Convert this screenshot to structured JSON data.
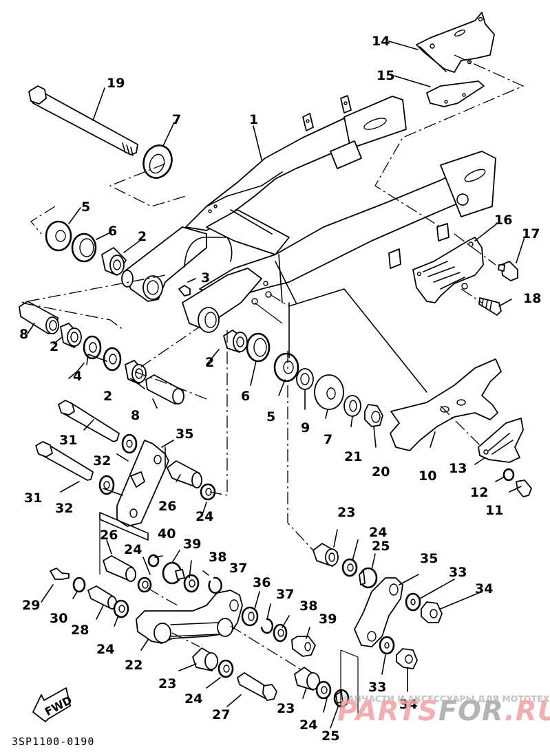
{
  "diagram": {
    "title": "Rear arm / swing arm exploded parts diagram",
    "drawing_code": "3SP1100-0190",
    "direction_indicator": "FWD",
    "callouts": [
      {
        "id": "c1",
        "text": "1",
        "part": "swing-arm"
      },
      {
        "id": "c2a",
        "text": "2",
        "part": "bushing"
      },
      {
        "id": "c2b",
        "text": "2",
        "part": "bushing"
      },
      {
        "id": "c2c",
        "text": "2",
        "part": "bushing"
      },
      {
        "id": "c2d",
        "text": "2",
        "part": "bushing"
      },
      {
        "id": "c3",
        "text": "3",
        "part": "grease-nipple"
      },
      {
        "id": "c4",
        "text": "4",
        "part": "oil-seal"
      },
      {
        "id": "c5a",
        "text": "5",
        "part": "thrust-cover"
      },
      {
        "id": "c5b",
        "text": "5",
        "part": "thrust-cover"
      },
      {
        "id": "c6a",
        "text": "6",
        "part": "oil-seal"
      },
      {
        "id": "c6b",
        "text": "6",
        "part": "oil-seal"
      },
      {
        "id": "c7a",
        "text": "7",
        "part": "washer"
      },
      {
        "id": "c7b",
        "text": "7",
        "part": "washer"
      },
      {
        "id": "c8a",
        "text": "8",
        "part": "collar"
      },
      {
        "id": "c8b",
        "text": "8",
        "part": "collar"
      },
      {
        "id": "c9",
        "text": "9",
        "part": "plate-washer"
      },
      {
        "id": "c10",
        "text": "10",
        "part": "chain-guard"
      },
      {
        "id": "c11",
        "text": "11",
        "part": "bolt"
      },
      {
        "id": "c12",
        "text": "12",
        "part": "washer"
      },
      {
        "id": "c13",
        "text": "13",
        "part": "guide-plate"
      },
      {
        "id": "c14",
        "text": "14",
        "part": "chain-tensioner-holder"
      },
      {
        "id": "c15",
        "text": "15",
        "part": "tensioner-plate"
      },
      {
        "id": "c16",
        "text": "16",
        "part": "chain-case"
      },
      {
        "id": "c17",
        "text": "17",
        "part": "bolt"
      },
      {
        "id": "c18",
        "text": "18",
        "part": "screw"
      },
      {
        "id": "c19",
        "text": "19",
        "part": "pivot-shaft"
      },
      {
        "id": "c20",
        "text": "20",
        "part": "nut"
      },
      {
        "id": "c21",
        "text": "21",
        "part": "washer"
      },
      {
        "id": "c22",
        "text": "22",
        "part": "relay-arm"
      },
      {
        "id": "c23a",
        "text": "23",
        "part": "bushing"
      },
      {
        "id": "c23b",
        "text": "23",
        "part": "bushing"
      },
      {
        "id": "c23c",
        "text": "23",
        "part": "bushing"
      },
      {
        "id": "c24a",
        "text": "24",
        "part": "oil-seal"
      },
      {
        "id": "c24b",
        "text": "24",
        "part": "oil-seal"
      },
      {
        "id": "c24c",
        "text": "24",
        "part": "oil-seal"
      },
      {
        "id": "c24d",
        "text": "24",
        "part": "oil-seal"
      },
      {
        "id": "c24e",
        "text": "24",
        "part": "oil-seal"
      },
      {
        "id": "c24f",
        "text": "24",
        "part": "oil-seal"
      },
      {
        "id": "c25a",
        "text": "25",
        "part": "collar"
      },
      {
        "id": "c25b",
        "text": "25",
        "part": "collar"
      },
      {
        "id": "c26a",
        "text": "26",
        "part": "collar"
      },
      {
        "id": "c26b",
        "text": "26",
        "part": "collar"
      },
      {
        "id": "c27",
        "text": "27",
        "part": "bolt"
      },
      {
        "id": "c28",
        "text": "28",
        "part": "collar"
      },
      {
        "id": "c29",
        "text": "29",
        "part": "grease-nipple"
      },
      {
        "id": "c30",
        "text": "30",
        "part": "washer"
      },
      {
        "id": "c31a",
        "text": "31",
        "part": "bolt"
      },
      {
        "id": "c31b",
        "text": "31",
        "part": "bolt"
      },
      {
        "id": "c32a",
        "text": "32",
        "part": "washer"
      },
      {
        "id": "c32b",
        "text": "32",
        "part": "washer"
      },
      {
        "id": "c33a",
        "text": "33",
        "part": "washer"
      },
      {
        "id": "c33b",
        "text": "33",
        "part": "washer"
      },
      {
        "id": "c34a",
        "text": "34",
        "part": "nut"
      },
      {
        "id": "c34b",
        "text": "34",
        "part": "nut"
      },
      {
        "id": "c35a",
        "text": "35",
        "part": "connecting-rod"
      },
      {
        "id": "c35b",
        "text": "35",
        "part": "connecting-rod"
      },
      {
        "id": "c36",
        "text": "36",
        "part": "bearing"
      },
      {
        "id": "c37a",
        "text": "37",
        "part": "circlip"
      },
      {
        "id": "c37b",
        "text": "37",
        "part": "circlip"
      },
      {
        "id": "c38a",
        "text": "38",
        "part": "oil-seal"
      },
      {
        "id": "c38b",
        "text": "38",
        "part": "oil-seal"
      },
      {
        "id": "c39a",
        "text": "39",
        "part": "collar"
      },
      {
        "id": "c39b",
        "text": "39",
        "part": "collar"
      },
      {
        "id": "c40",
        "text": "40",
        "part": "grease-nipple"
      }
    ]
  },
  "watermark": {
    "tagline": "ЗАПЧАСТИ И АКСЕССУАРЫ ДЛЯ МОТОТЕХНИКИ",
    "brand_part1": "PARTS",
    "brand_part2": "FOR",
    "brand_part3": ".RU",
    "colors": {
      "red": "#f0a0a4",
      "gray": "#a8a8a8",
      "tagline": "#b8b8b8"
    }
  }
}
